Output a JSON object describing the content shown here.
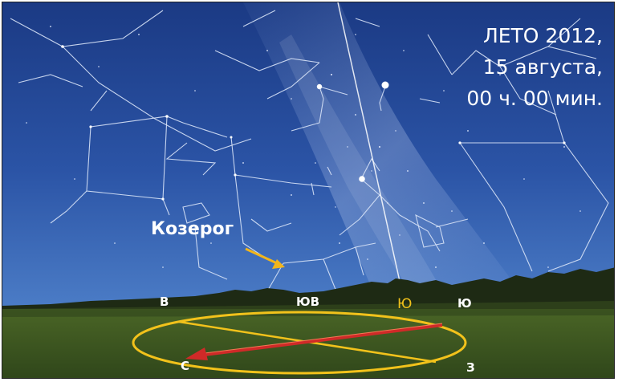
{
  "date_text": {
    "line1": "ЛЕТО 2012,",
    "line2": "15 августа,",
    "line3": "00 ч. 00 мин."
  },
  "constellation_label": "Козерог",
  "directions": {
    "east": "В",
    "southeast": "ЮВ",
    "meridian_south": "Ю",
    "south": "Ю",
    "north": "С",
    "west": "З"
  },
  "colors": {
    "sky_top": "#1c3c86",
    "sky_bottom": "#3f6fbf",
    "ground": "#3f5a22",
    "horizon_ring": "#f2c21b",
    "arrow": "#d02a28",
    "meridian_label": "#f2c21b",
    "pointer_arrow": "#f2b51b"
  }
}
